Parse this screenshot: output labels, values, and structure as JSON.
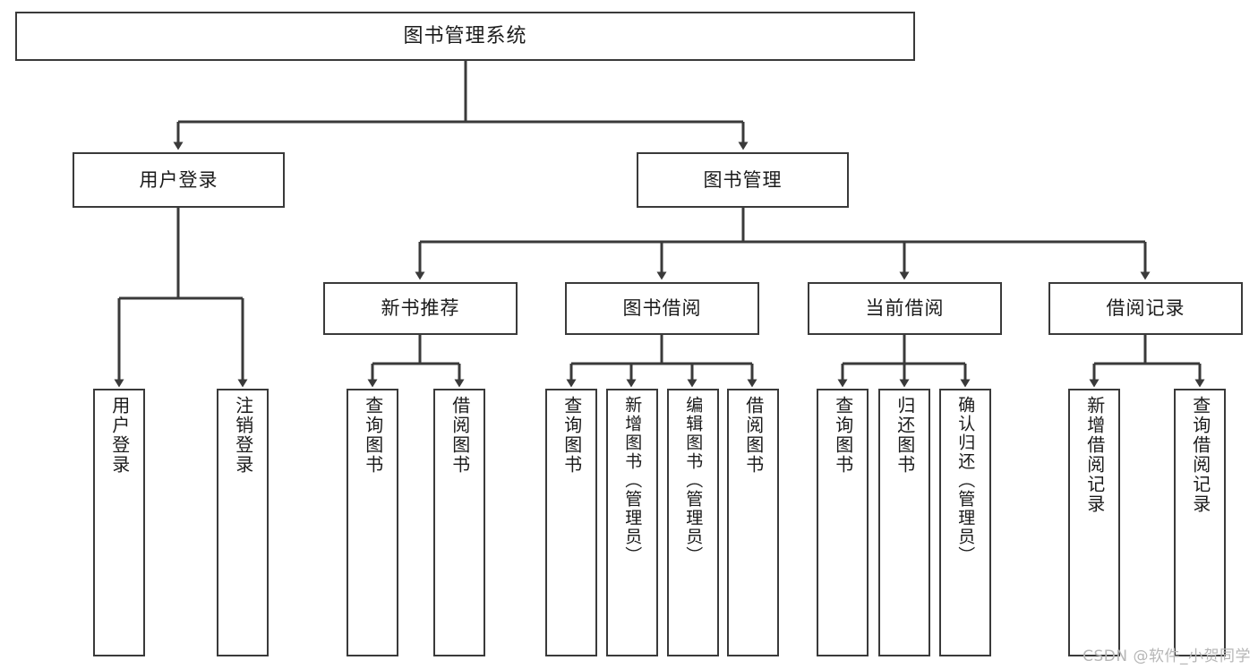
{
  "diagram": {
    "type": "hierarchy-tree",
    "title": "图书管理系统",
    "root": {
      "label": "图书管理系统"
    },
    "level2": [
      {
        "label": "用户登录"
      },
      {
        "label": "图书管理"
      }
    ],
    "level3": [
      {
        "label": "新书推荐"
      },
      {
        "label": "图书借阅"
      },
      {
        "label": "当前借阅"
      },
      {
        "label": "借阅记录"
      }
    ],
    "leaves": {
      "user_login": [
        {
          "label": "用户登录"
        },
        {
          "label": "注销登录"
        }
      ],
      "new_book_recommend": [
        {
          "label": "查询图书"
        },
        {
          "label": "借阅图书"
        }
      ],
      "book_borrow": [
        {
          "label": "查询图书"
        },
        {
          "label": "新增图书（管理员）"
        },
        {
          "label": "编辑图书（管理员）"
        },
        {
          "label": "借阅图书"
        }
      ],
      "current_borrow": [
        {
          "label": "查询图书"
        },
        {
          "label": "归还图书"
        },
        {
          "label": "确认归还（管理员）"
        }
      ],
      "borrow_record": [
        {
          "label": "新增借阅记录"
        },
        {
          "label": "查询借阅记录"
        }
      ]
    }
  },
  "watermark": {
    "text": "CSDN @软件_小贺同学"
  },
  "colors": {
    "stroke": "#3a3a3a",
    "background": "#ffffff",
    "text": "#1b1b1b",
    "watermark": "#b6b6b6"
  }
}
